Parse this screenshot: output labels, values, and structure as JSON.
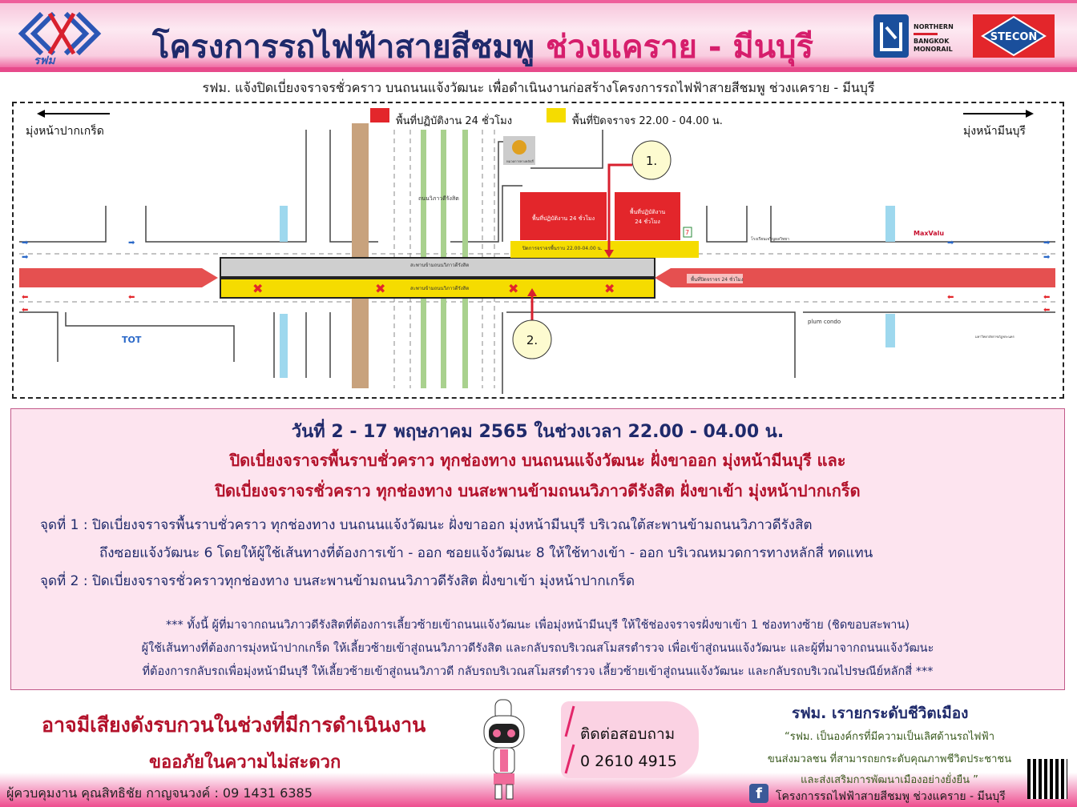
{
  "header": {
    "title_main": "โครงการรถไฟฟ้าสายสีชมพู",
    "title_segment": "ช่วงแคราย - มีนบุรี",
    "logo_srt_text": "รฟม",
    "logo_nbm_text": [
      "NORTHERN",
      "BANGKOK",
      "MONORAIL"
    ],
    "logo_stecon_text": "STECON"
  },
  "subtitle": "รฟม. แจ้งปิดเบี่ยงจราจรชั่วคราว บนถนนแจ้งวัฒนะ เพื่อดำเนินงานก่อสร้างโครงการรถไฟฟ้าสายสีชมพู ช่วงแคราย - มีนบุรี",
  "map": {
    "direction_left": "มุ่งหน้าปากเกร็ด",
    "direction_right": "มุ่งหน้ามีนบุรี",
    "legend": [
      {
        "label": "พื้นที่ปฏิบัติงาน 24 ชั่วโมง",
        "color": "#e3262b"
      },
      {
        "label": "พื้นที่ปิดจราจร  22.00 - 04.00 น.",
        "color": "#f5dc00"
      }
    ],
    "work_area_1": "พื้นที่ปฏิบัติงาน 24 ชั่วโมง",
    "work_area_2": [
      "พื้นที่ปฏิบัติงาน",
      "24 ชั่วโมง"
    ],
    "ground_closure": "ปิดการจราจรพื้นราบ 22.00-04.00 น.",
    "bridge_label": "สะพานข้ามถนนวิภาวดีรังสิต",
    "road_label": "ถนนวิภาวดีรังสิต",
    "closed_24h": "พื้นที่ปิดจราจร 24 ชั่วโมง",
    "highway_office": "หมวดการทางหลักสี่",
    "school": "โรงเรียนเจริญผลวิทยา",
    "university": "มหาวิทยาลัยราชภัฏพระนคร",
    "landmarks": [
      "TOT",
      "MaxValu",
      "plum condo",
      "7"
    ],
    "callout_1": "1.",
    "callout_2": "2."
  },
  "info": {
    "date_line": "วันที่ 2 - 17 พฤษภาคม 2565 ในช่วงเวลา 22.00 - 04.00 น.",
    "closure_line_1": "ปิดเบี่ยงจราจรพื้นราบชั่วคราว ทุกช่องทาง บนถนนแจ้งวัฒนะ ฝั่งขาออก มุ่งหน้ามีนบุรี และ",
    "closure_line_2": "ปิดเบี่ยงจราจรชั่วคราว ทุกช่องทาง บนสะพานข้ามถนนวิภาวดีรังสิต ฝั่งขาเข้า มุ่งหน้าปากเกร็ด",
    "point_1a": "จุดที่ 1 : ปิดเบี่ยงจราจรพื้นราบชั่วคราว  ทุกช่องทาง  บนถนนแจ้งวัฒนะ  ฝั่งขาออก มุ่งหน้ามีนบุรี  บริเวณใต้สะพานข้ามถนนวิภาวดีรังสิต",
    "point_1b": "ถึงซอยแจ้งวัฒนะ 6 โดยให้ผู้ใช้เส้นทางที่ต้องการเข้า  - ออก  ซอยแจ้งวัฒนะ 8 ให้ใช้ทางเข้า - ออก บริเวณหมวดการทางหลักสี่  ทดแทน",
    "point_2": "จุดที่ 2 : ปิดเบี่ยงจราจรชั่วคราวทุกช่องทาง  บนสะพานข้ามถนนวิภาวดีรังสิต  ฝั่งขาเข้า มุ่งหน้าปากเกร็ด",
    "note_1": "*** ทั้งนี้ ผู้ที่มาจากถนนวิภาวดีรังสิตที่ต้องการเลี้ยวซ้ายเข้าถนนแจ้งวัฒนะ  เพื่อมุ่งหน้ามีนบุรี ให้ใช้ช่องจราจรฝั่งขาเข้า 1 ช่องทางซ้าย (ชิดขอบสะพาน)",
    "note_2": "ผู้ใช้เส้นทางที่ต้องการมุ่งหน้าปากเกร็ด  ให้เลี้ยวซ้ายเข้าสู่ถนนวิภาวดีรังสิต  และกลับรถบริเวณสโมสรตำรวจ  เพื่อเข้าสู่ถนนแจ้งวัฒนะ  และผู้ที่มาจากถนนแจ้งวัฒนะ",
    "note_3": "ที่ต้องการกลับรถเพื่อมุ่งหน้ามีนบุรี  ให้เลี้ยวซ้ายเข้าสู่ถนนวิภาวดี  กลับรถบริเวณสโมสรตำรวจ  เลี้ยวซ้ายเข้าสู่ถนนแจ้งวัฒนะ  และกลับรถบริเวณไปรษณีย์หลักสี่  ***"
  },
  "footer": {
    "warning_1": "อาจมีเสียงดังรบกวนในช่วงที่มีการดำเนินงาน",
    "warning_2": "ขออภัยในความไม่สะดวก",
    "contact_label": "ติดต่อสอบถาม",
    "contact_phone": "0 2610 4915",
    "slogan_title": "รฟม. เรายกระดับชีวิตเมือง",
    "slogan_lines": [
      "“รฟม. เป็นองค์กรที่มีความเป็นเลิศด้านรถไฟฟ้า",
      "ขนส่งมวลชน ที่สามารถยกระดับคุณภาพชีวิตประชาชน",
      "และส่งเสริมการพัฒนาเมืองอย่างยั่งยืน ”"
    ],
    "facebook_page": "โครงการรถไฟฟ้าสายสีชมพู  ช่วงแคราย - มีนบุรี",
    "supervisor": "ผู้ควบคุมงาน คุณสิทธิชัย กาญจนวงค์ : 09 1431 6385"
  }
}
